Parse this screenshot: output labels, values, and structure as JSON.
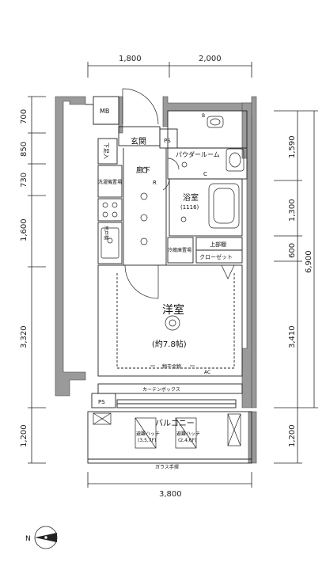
{
  "dimensions": {
    "top_left": "1,800",
    "top_right": "2,000",
    "bottom": "3,800",
    "left": [
      "700",
      "850",
      "730",
      "1,600",
      "3,320",
      "1,200"
    ],
    "right": [
      "1,590",
      "1,300",
      "600",
      "3,410",
      "1,200"
    ],
    "right_total": "6,900"
  },
  "labels": {
    "mb": "MB",
    "genkan": "玄関",
    "ps_top": "PS",
    "ps_bottom": "PS",
    "shoe_box": "下足入",
    "powder_room": "パウダールーム",
    "corridor": "廊下",
    "washer": "洗濯機置場",
    "bath": "浴室",
    "bath_size": "(1116)",
    "kitchen_storage": "吊戸棚",
    "washer_box": "冷蔵庫置場",
    "upper_shelf": "上部棚",
    "closet": "クローゼット",
    "western_room": "洋室",
    "room_size": "(約7.8帖)",
    "drying_hardware": "物干金物",
    "curtain_box": "カーテンボックス",
    "balcony": "バルコニー",
    "hatch_1": "避難ハッチ",
    "hatch_1_sub": "(3,5,7F)",
    "hatch_2": "避難ハッチ",
    "hatch_2_sub": "(2,4,6F)",
    "glass_rail": "ガラス手摺",
    "north": "N",
    "small_c": "C",
    "small_r": "R",
    "small_ac": "AC",
    "small_b": "B"
  },
  "colors": {
    "wall": "#9a9a9a",
    "line": "#222222",
    "background": "#ffffff"
  }
}
